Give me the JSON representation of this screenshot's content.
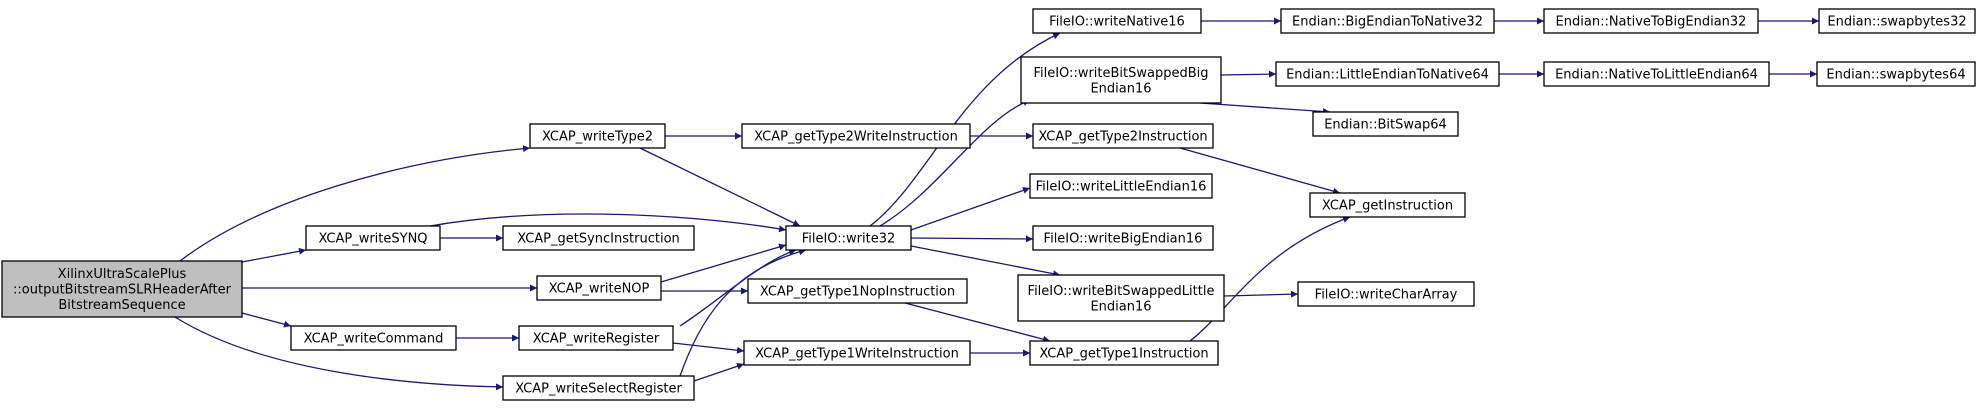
{
  "colors": {
    "edge": "#191970",
    "root_fill": "#bfbfbf",
    "node_fill": "#ffffff",
    "node_border": "#000000"
  },
  "nodes": {
    "root": [
      "XilinxUltraScalePlus",
      "::outputBitstreamSLRHeaderAfter",
      "BitstreamSequence"
    ],
    "writeType2": [
      "XCAP_writeType2"
    ],
    "writeSYNQ": [
      "XCAP_writeSYNQ"
    ],
    "writeNOP": [
      "XCAP_writeNOP"
    ],
    "writeCommand": [
      "XCAP_writeCommand"
    ],
    "writeRegister": [
      "XCAP_writeRegister"
    ],
    "writeSelectRegister": [
      "XCAP_writeSelectRegister"
    ],
    "getType2WriteInstruction": [
      "XCAP_getType2WriteInstruction"
    ],
    "getSyncInstruction": [
      "XCAP_getSyncInstruction"
    ],
    "write32": [
      "FileIO::write32"
    ],
    "getType1NopInstruction": [
      "XCAP_getType1NopInstruction"
    ],
    "getType1WriteInstruction": [
      "XCAP_getType1WriteInstruction"
    ],
    "writeNative16": [
      "FileIO::writeNative16"
    ],
    "writeBitSwappedBigEndian16": [
      "FileIO::writeBitSwappedBig",
      "Endian16"
    ],
    "getType2Instruction": [
      "XCAP_getType2Instruction"
    ],
    "writeLittleEndian16": [
      "FileIO::writeLittleEndian16"
    ],
    "writeBigEndian16": [
      "FileIO::writeBigEndian16"
    ],
    "writeBitSwappedLittleEndian16": [
      "FileIO::writeBitSwappedLittle",
      "Endian16"
    ],
    "getType1Instruction": [
      "XCAP_getType1Instruction"
    ],
    "BigEndianToNative32": [
      "Endian::BigEndianToNative32"
    ],
    "LittleEndianToNative64": [
      "Endian::LittleEndianToNative64"
    ],
    "BitSwap64": [
      "Endian::BitSwap64"
    ],
    "getInstruction": [
      "XCAP_getInstruction"
    ],
    "writeCharArray": [
      "FileIO::writeCharArray"
    ],
    "NativeToBigEndian32": [
      "Endian::NativeToBigEndian32"
    ],
    "NativeToLittleEndian64": [
      "Endian::NativeToLittleEndian64"
    ],
    "swapbytes32": [
      "Endian::swapbytes32"
    ],
    "swapbytes64": [
      "Endian::swapbytes64"
    ]
  }
}
